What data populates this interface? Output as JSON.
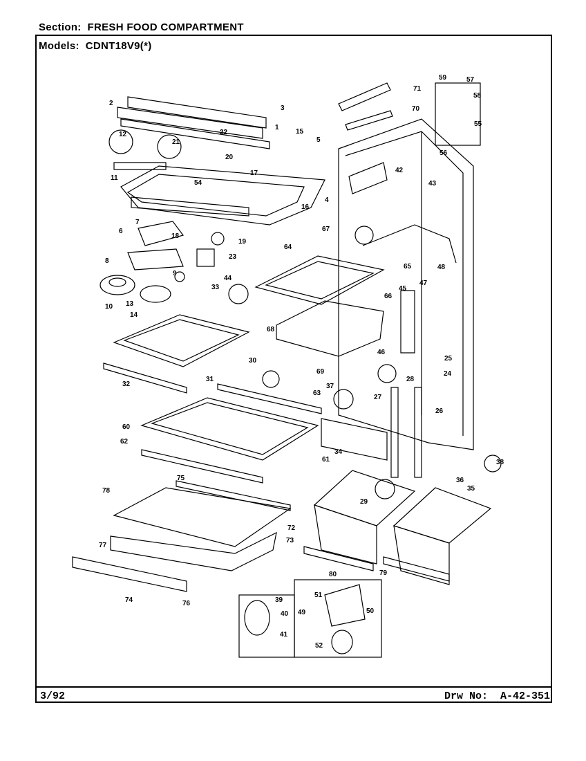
{
  "header": {
    "section_label": "Section:",
    "section_value": "FRESH FOOD COMPARTMENT",
    "models_label": "Models:",
    "models_value": "CDNT18V9(*)"
  },
  "footer": {
    "date": "3/92",
    "drawing_label": "Drw No:",
    "drawing_number": "A-42-351"
  },
  "part_labels": [
    "1",
    "2",
    "3",
    "4",
    "5",
    "6",
    "7",
    "8",
    "9",
    "10",
    "11",
    "12",
    "13",
    "14",
    "15",
    "16",
    "17",
    "18",
    "19",
    "20",
    "21",
    "22",
    "23",
    "24",
    "25",
    "26",
    "27",
    "28",
    "29",
    "30",
    "31",
    "32",
    "33",
    "34",
    "35",
    "36",
    "37",
    "38",
    "39",
    "40",
    "41",
    "42",
    "43",
    "44",
    "45",
    "46",
    "47",
    "48",
    "49",
    "50",
    "51",
    "52",
    "54",
    "55",
    "56",
    "57",
    "58",
    "59",
    "60",
    "61",
    "62",
    "63",
    "64",
    "65",
    "66",
    "67",
    "68",
    "69",
    "70",
    "71",
    "72",
    "73",
    "74",
    "75",
    "76",
    "77",
    "78",
    "79",
    "80"
  ]
}
